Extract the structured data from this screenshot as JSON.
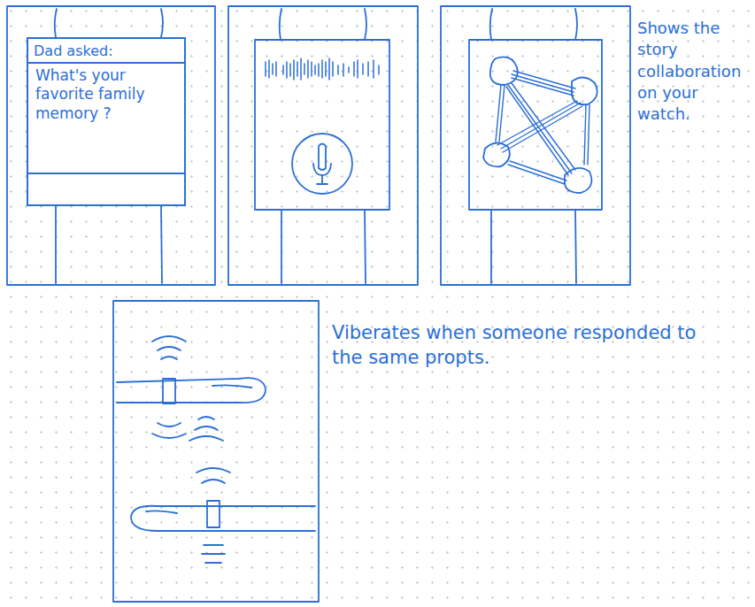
{
  "diagram": {
    "nodes": [
      {
        "text": [
          "Dad asked:",
          "What's your favorite family memory ?"
        ]
      }
    ],
    "labels": [
      "Shows the story collaboration on your watch.",
      "Viberates when someone responded to the same propts."
    ]
  }
}
